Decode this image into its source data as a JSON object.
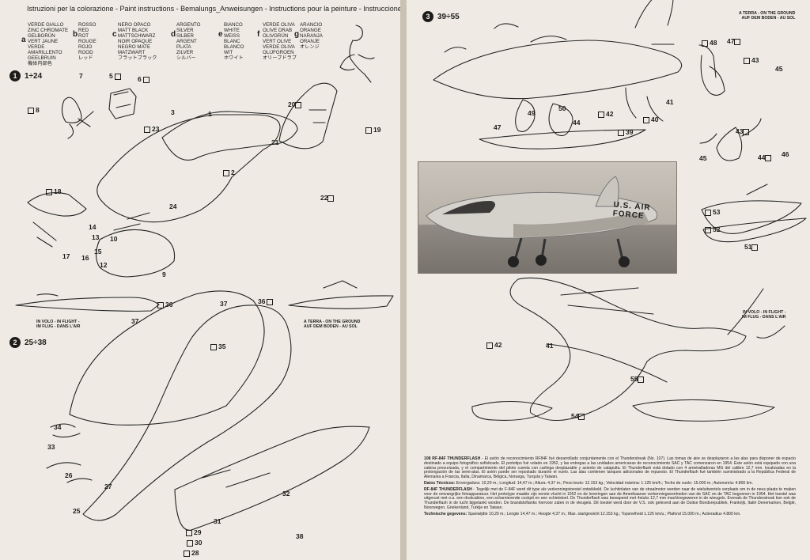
{
  "header": {
    "title": "Istruzioni per la colorazione - Paint instructions - Bemalungs_Anweisungen - Instructions pour la peinture - Instrucciones de pintado - Verfschema - 塗 装 指 示"
  },
  "legend": {
    "a": [
      "VERDE GIALLO",
      "ZINC CHROMATE",
      "GELBGRÜN",
      "VERT JAUNE",
      "VERDE AMARILLENTO",
      "GEELBRUIN",
      "機体内部色"
    ],
    "b": [
      "ROSSO",
      "RED",
      "ROT",
      "ROUGE",
      "ROJO",
      "ROOD",
      "レッド"
    ],
    "c": [
      "NERO OPACO",
      "MATT BLACK",
      "MATTSCHWARZ",
      "NOIR OPAQUE",
      "NEGRO MATE",
      "MATZWART",
      "フラットブラック"
    ],
    "d": [
      "ARGENTO",
      "SILVER",
      "SILBER",
      "ARGENT",
      "PLATA",
      "ZILVER",
      "シルバー"
    ],
    "e": [
      "BIANCO",
      "WHITE",
      "WEISS",
      "BLANC",
      "BLANCO",
      "WIT",
      "ホワイト"
    ],
    "f": [
      "VERDE OLIVA",
      "OLIVE DRAB",
      "OLIVGRÜN",
      "VERT OLIVE",
      "VERDE OLIVA",
      "OLIJFGROEN",
      "オリーブドラブ"
    ],
    "g": [
      "ARANCIO",
      "ORANGE",
      "NARANJA",
      "ORANJE",
      "オレンジ"
    ]
  },
  "steps": {
    "step1": {
      "num": "1",
      "range": "1÷24"
    },
    "step2": {
      "num": "2",
      "range": "25÷38"
    },
    "step3": {
      "num": "3",
      "range": "39÷55"
    }
  },
  "captions": {
    "left_flight": "IN VOLO - IN FLIGHT -\nIM FLUG - DANS L'AIR",
    "left_ground": "A TERRA - ON THE GROUND\nAUF DEM BODEN - AU SOL",
    "right_ground": "A TERRA - ON THE GROUND\nAUF DEM BODEN - AU SOL",
    "right_flight": "IN VOLO - IN FLIGHT -\nIM FLUG - DANS L'AIR"
  },
  "photo": {
    "label": "U.S. AIR FORCE"
  },
  "text": {
    "es_title": "108 RF-84F THUNDERFLASH",
    "es_body": "- El avión de reconocimiento RF84F fué desarrollado conjuntamente con el Thunderstreak (No. 107). Las tomas de aire se desplazaron a las alas para disponer de espacio destinado a equipo fotográfico sofisticado. El prototipo fué volado en 1952, y las entregas a las unidades americanas de reconocimiento SAC y TAC comenzaron en 1954. Este avión está equipado con una cabina presurizada, y el compartimiento del piloto cuenta con carlinga desplazable y asiento de catapulta. El Thunderflash está dotado con 4 ametralladoras MG del calibre 12,7 mm. localizadas en la prolongación de las semi-alas. El avión puede ser repostado durante el vuelo. Las alas contienen tanques adicionales de repuesto. El Thunderflash fué también suministrado a la República Federal de Alemania a Francia, Italia, Dinamarca, Bélgica, Noruega, Turquía y Taiwan.",
    "es_data_label": "Datos Técnicos:",
    "es_data": "Envergadura: 10,20 m.; Longitud: 14,47 m.; Altura: 4,37 m.; Peso bruto: 12.153 kg.; Velocidad máxima: 1.125 km/h.; Techo de vuelo: 15.000 m.; Autonomía: 4.800 km.",
    "nl_title": "RF-84F THUNDERFLASH",
    "nl_body": "- Tegelijk met de F-84F werd dit type als verkenningstoestel ontwikkeld. De luchtinlaten van de straalmotor werden naar de wieluitwortels verplaats om in de neus plaats te maken voor de omvangrijke fotoapparatuur. Het prototype maakte zijn eerste vlucht in 1952 en de leveringen aan de Amerikaanse verkenningseenheden van de SAC en de TAC begonnen in 1954. Het toestel was uitgerust met o.a. een drukcabine, een scharnierende cockpit en een schietstoel. De Thunderflash was bewapend met 4stuks 12,7 mm machinegeweren in de wieugels. Evenals de Thunderstreak kon ook de Thunderflash in de lucht bijgetankt worden. De brandstoftanks hiervoor zaten in de vleugels. Dit toestel werd door de V.S. ook geleverd aan de Duitse Bondsrepubliek, Frankrijk, Italië Denemarken, België, Noorwegen, Griekenland, Turkije en Taiwan.",
    "nl_data_label": "Technische gegevens:",
    "nl_data": "Spanwijdte 10,20 m.; Lengte 14,47 m.; Hoogte 4,37 m.; Max. startgewicht 12.153 kg.; Topsnelheid 1.125 km/u.; Plafond 15.000 m.; Actieradius 4.800 km."
  }
}
